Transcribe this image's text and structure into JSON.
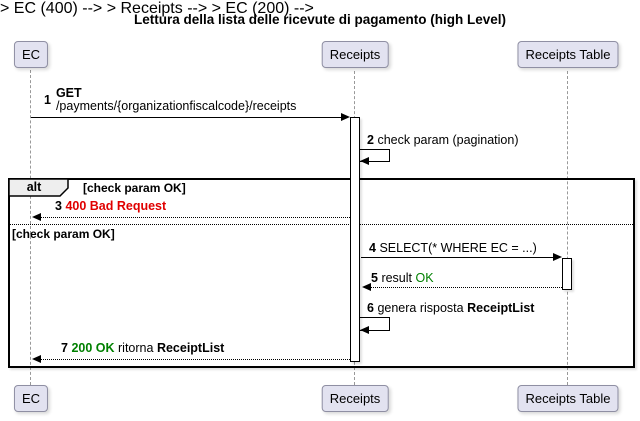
{
  "title": "Lettura della lista delle ricevute di pagamento (high Level)",
  "participants": [
    {
      "label": "EC"
    },
    {
      "label": "Receipts"
    },
    {
      "label": "Receipts Table"
    }
  ],
  "alt_frame": {
    "operator": "alt",
    "section1_guard": "[check param OK]",
    "section2_guard": "[check param OK]"
  },
  "messages": {
    "m1": {
      "num": "1",
      "method": "GET",
      "path": "/payments/{organizationfiscalcode}/receipts"
    },
    "m2": {
      "num": "2",
      "text": "check param (pagination)"
    },
    "m3": {
      "num": "3",
      "error": "400 Bad Request"
    },
    "m4": {
      "num": "4",
      "text": "SELECT(* WHERE EC = ...)"
    },
    "m5": {
      "num": "5",
      "text": "result",
      "status": "OK"
    },
    "m6": {
      "num": "6",
      "text": "genera risposta",
      "payload": "ReceiptList"
    },
    "m7": {
      "num": "7",
      "status": "200 OK",
      "text": "ritorna",
      "payload": "ReceiptList"
    }
  },
  "colors": {
    "participant_fill": "#E2E2F0",
    "participant_border": "#8f8fa3",
    "error_text": "#E00000",
    "success_text": "#008000",
    "frame_label_fill": "#EEEEEE",
    "lifeline_color": "#999999"
  }
}
